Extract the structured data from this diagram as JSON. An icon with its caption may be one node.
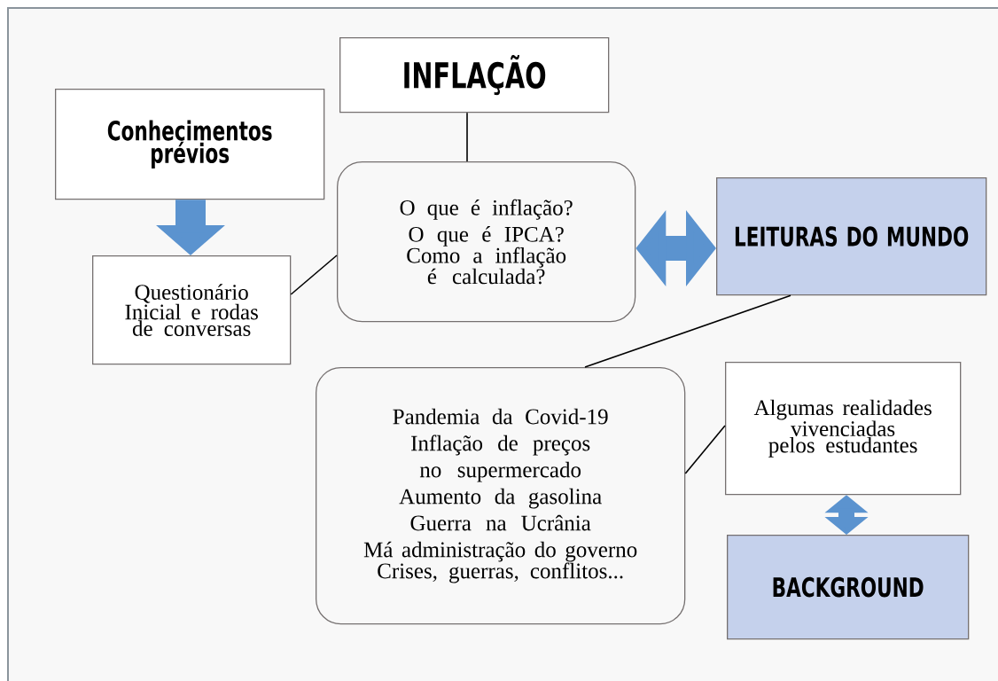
{
  "diagram": {
    "nodes": [
      {
        "text": [
          "INFLAÇÃO"
        ]
      },
      {
        "text": [
          "Conhecimentos prévios"
        ]
      },
      {
        "text": [
          "Questionário Inicial e rodas de conversas"
        ]
      },
      {
        "text": [
          "O que é inflação?",
          "O que é IPCA?",
          "Como a inflação é calculada?"
        ]
      },
      {
        "text": [
          "LEITURAS DO MUNDO"
        ]
      },
      {
        "text": [
          "Pandemia da Covid-19",
          "Inflação de preços no supermercado",
          "Aumento da gasolina",
          "Guerra na Ucrânia",
          "Má administração do governo",
          "Crises, guerras, conflitos..."
        ]
      },
      {
        "text": [
          "Algumas realidades vivenciadas pelos estudantes"
        ]
      },
      {
        "text": [
          "BACKGROUND"
        ]
      }
    ],
    "edges": [
      {
        "from": 0,
        "to": 3,
        "arrow": "none"
      },
      {
        "from": 1,
        "to": 2,
        "arrow": "to",
        "style": "thick",
        "color": "#5b93cf"
      },
      {
        "from": 2,
        "to": 3,
        "arrow": "none"
      },
      {
        "from": 3,
        "to": 4,
        "arrow": "both",
        "style": "thick",
        "color": "#5b93cf"
      },
      {
        "from": 4,
        "to": 5,
        "arrow": "none"
      },
      {
        "from": 5,
        "to": 6,
        "arrow": "none"
      },
      {
        "from": 6,
        "to": 7,
        "arrow": "both",
        "style": "thick",
        "color": "#5b93cf"
      }
    ]
  }
}
